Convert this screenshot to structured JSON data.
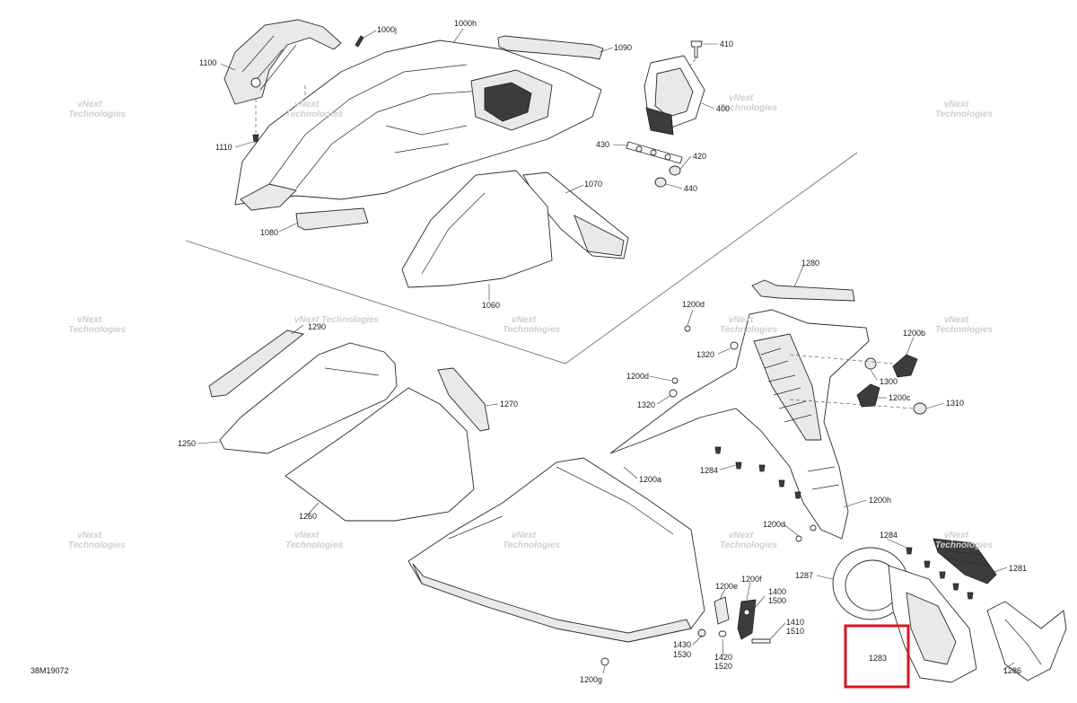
{
  "diagram_id": "38M19072",
  "watermark": [
    "vNext",
    "Technologies"
  ],
  "watermark_single": "vNext Technologies",
  "highlight_color": "#d9161c",
  "labels": {
    "p1100": "1100",
    "p1110": "1110",
    "p1000j": "1000j",
    "p1000h": "1000h",
    "p1090": "1090",
    "p410": "410",
    "p400": "400",
    "p430": "430",
    "p420": "420",
    "p440": "440",
    "p1070": "1070",
    "p1080": "1080",
    "p1060": "1060",
    "p1280": "1280",
    "p1200d_a": "1200d",
    "p1200b": "1200b",
    "p1320_a": "1320",
    "p1300": "1300",
    "p1200d_b": "1200d",
    "p1200c": "1200c",
    "p1310": "1310",
    "p1320_b": "1320",
    "p1290": "1290",
    "p1270": "1270",
    "p1250": "1250",
    "p1284_a": "1284",
    "p1200a": "1200a",
    "p1200h": "1200h",
    "p1260": "1260",
    "p1200d_c": "1200d",
    "p1284_b": "1284",
    "p1287": "1287",
    "p1281": "1281",
    "p1200e": "1200e",
    "p1200f": "1200f",
    "p1400": "1400",
    "p1500": "1500",
    "p1410": "1410",
    "p1510": "1510",
    "p1430": "1430",
    "p1530": "1530",
    "p1420": "1420",
    "p1520": "1520",
    "p1283": "1283",
    "p1200g": "1200g",
    "p1286": "1286"
  }
}
